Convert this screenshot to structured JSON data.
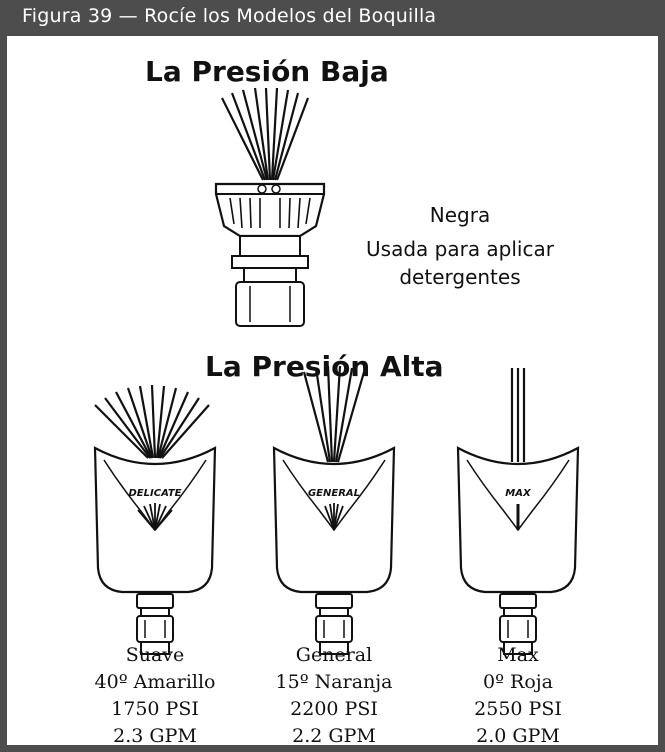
{
  "figure_title": "Figura 39 — Rocíe los Modelos del Boquilla",
  "low_pressure": {
    "heading": "La Presión Baja",
    "nozzle": {
      "color": "Negra",
      "usage_line1": "Usada para aplicar",
      "usage_line2": "detergentes"
    }
  },
  "high_pressure": {
    "heading": "La Presión Alta",
    "nozzles": [
      {
        "badge": "DELICATE",
        "name": "Suave",
        "angle_color": "40º Amarillo",
        "psi": "1750 PSI",
        "gpm": "2.3 GPM"
      },
      {
        "badge": "GENERAL",
        "name": "General",
        "angle_color": "15º Naranja",
        "psi": "2200 PSI",
        "gpm": "2.2 GPM"
      },
      {
        "badge": "MAX",
        "name": "Max",
        "angle_color": "0º Roja",
        "psi": "2550 PSI",
        "gpm": "2.0 GPM"
      }
    ]
  },
  "colors": {
    "frame": "#4d4d4d",
    "ink": "#111111"
  }
}
